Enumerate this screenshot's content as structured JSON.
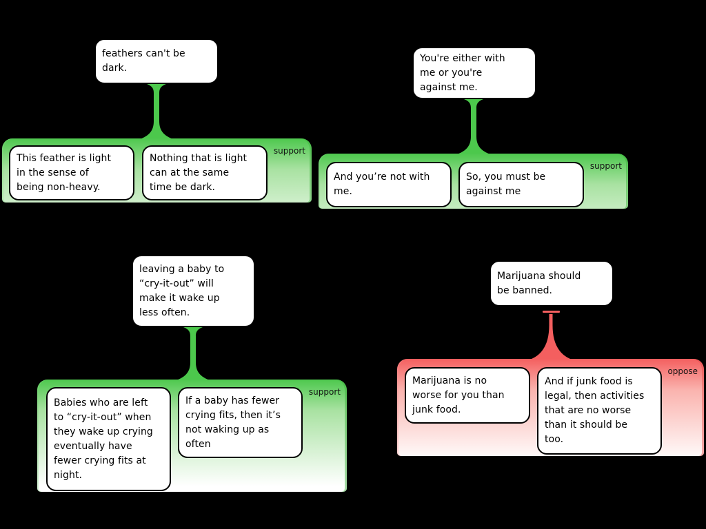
{
  "canvas": {
    "background": "#000000"
  },
  "colors": {
    "support": "#4ec84e",
    "oppose": "#f45f5f"
  },
  "maps": [
    {
      "relation": "support",
      "claim": "feathers can't be\ndark.",
      "group_label": "support",
      "premises": [
        "This feather is light\nin the sense of\nbeing non-heavy.",
        "Nothing that is light\ncan at the same\ntime be dark."
      ]
    },
    {
      "relation": "support",
      "claim": "You're either with\nme or you're\nagainst me.",
      "group_label": "support",
      "premises": [
        "And you’re not with\nme.",
        "So, you must be\nagainst me"
      ]
    },
    {
      "relation": "support",
      "claim": "leaving a baby to\n“cry-it-out” will\nmake it wake up\nless often.",
      "group_label": "support",
      "premises": [
        "Babies who are left\nto “cry-it-out” when\nthey wake up crying\neventually have\nfewer crying fits at\nnight.",
        "If a baby has fewer\ncrying fits, then it’s\nnot waking up as\noften"
      ]
    },
    {
      "relation": "oppose",
      "claim": "Marijuana should\nbe banned.",
      "group_label": "oppose",
      "premises": [
        "Marijuana is no\nworse for you than\njunk food.",
        "And if junk food is\nlegal, then activities\nthat are no worse\nthan it should be\ntoo."
      ]
    }
  ]
}
